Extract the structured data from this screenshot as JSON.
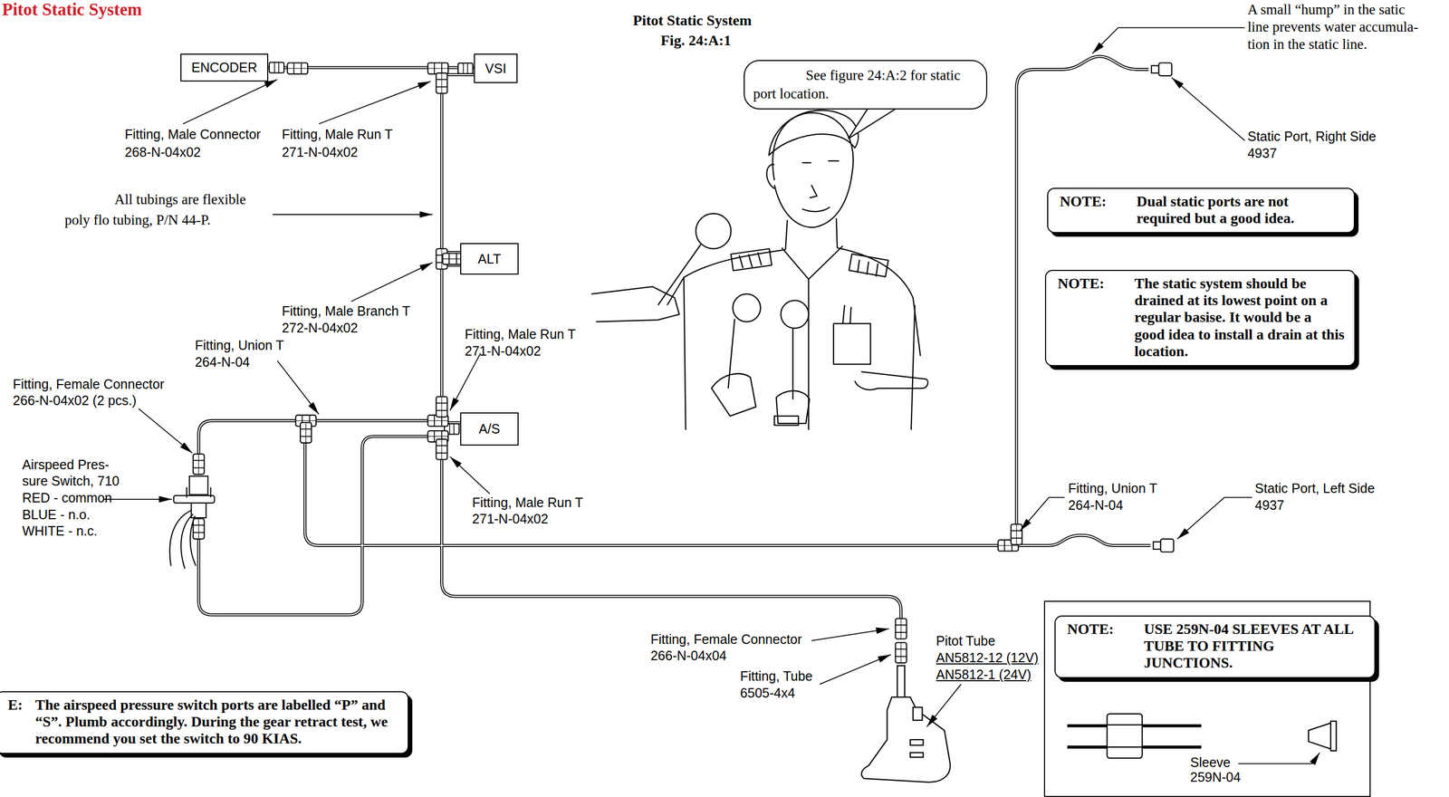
{
  "diagram": {
    "title": "Pitot Static System",
    "nodes": [
      {
        "text": [
          "ENCODER"
        ]
      },
      {
        "text": [
          "VSI"
        ]
      },
      {
        "text": [
          "ALT"
        ]
      },
      {
        "text": [
          "A/S"
        ]
      },
      {
        "text": [
          "See figure 24:A:2 for static port location."
        ]
      },
      {
        "text": [
          "NOTE:",
          "Dual static ports are not required but a good idea."
        ]
      },
      {
        "text": [
          "NOTE:",
          "The static system should be drained at its lowest point on a regular basise. It would be a good idea to install a drain at this location."
        ]
      },
      {
        "text": [
          "E:",
          "The airspeed pressure switch ports are labelled “P” and “S”. Plumb accordingly. During the gear retract test, we recommend you set the switch to 90 KIAS."
        ]
      },
      {
        "text": [
          "Sleeve 259N-04"
        ]
      },
      {
        "text": [
          "NOTE:",
          "USE 259N-04 SLEEVES AT ALL TUBE TO FITTING JUNCTIONS."
        ],
        "in": 8
      }
    ],
    "edges": [
      {
        "from": 0,
        "to": 1,
        "arrow": "none"
      },
      {
        "from": 1,
        "to": 2,
        "arrow": "none"
      },
      {
        "from": 2,
        "to": 3,
        "arrow": "none"
      }
    ],
    "labels": [
      "Pitot Static System",
      "Fig. 24:A:1",
      "Fitting, Male Connector",
      "268-N-04x02",
      "Fitting, Male Run T",
      "271-N-04x02",
      "All tubings are flexible",
      "poly flo tubing, P/N 44-P.",
      "Fitting, Male Branch T",
      "272-N-04x02",
      "Fitting, Union T",
      "264-N-04",
      "Fitting, Male Run T",
      "271-N-04x02",
      "Fitting, Female Connector",
      "266-N-04x02 (2 pcs.)",
      "Airspeed Pres-",
      "sure Switch, 710",
      "RED - common",
      "BLUE - n.o.",
      "WHITE - n.c.",
      "Fitting, Male Run T",
      "271-N-04x02",
      "Fitting, Female Connector",
      "266-N-04x04",
      "Fitting, Tube",
      "6505-4x4",
      "Pitot Tube",
      "AN5812-12 (12V)",
      "AN5812-1 (24V)",
      "Fitting, Union T",
      "264-N-04",
      "Static Port, Left Side",
      "4937",
      "A small “hump” in the satic",
      "line prevents water accumula-",
      "tion in the static line.",
      "Static Port, Right Side",
      "4937"
    ]
  }
}
